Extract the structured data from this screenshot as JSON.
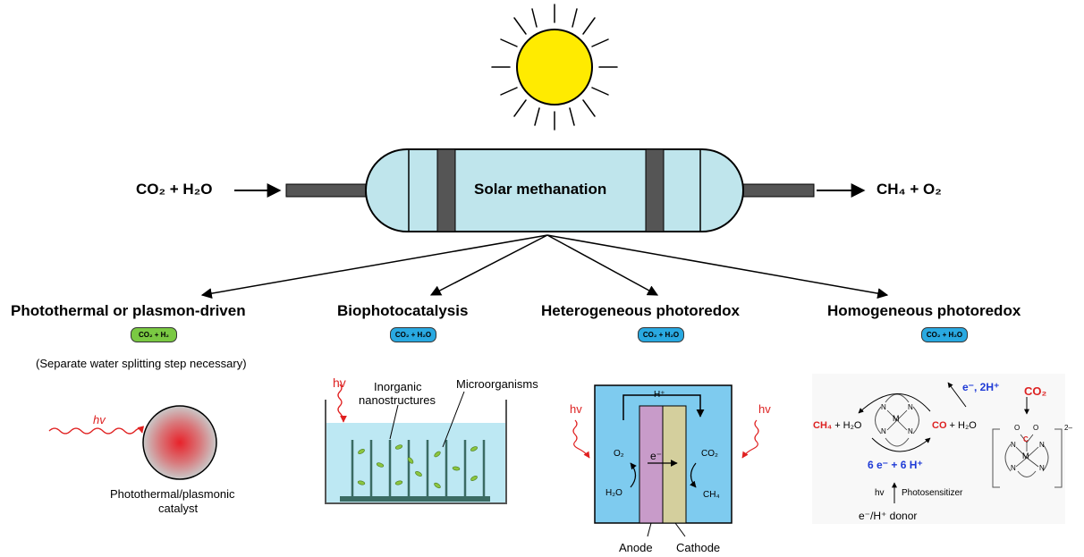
{
  "reactor": {
    "title": "Solar methanation",
    "input_eq": "CO₂ + H₂O",
    "output_eq": "CH₄ + O₂"
  },
  "colors": {
    "sun": "#ffeb00",
    "reactor_fill": "#bfe5ec",
    "band": "#555555",
    "water": "#bde8f3",
    "green_badge": "#7ac943",
    "blue_badge": "#29a9e1",
    "anode": "#c89bc9",
    "cathode": "#d4cf9d",
    "hetero_bg": "#7ecbef"
  },
  "categories": [
    {
      "title": "Photothermal or plasmon-driven",
      "badge": "CO₂ + H₂",
      "badge_color": "green",
      "note": "(Separate water splitting step necessary)"
    },
    {
      "title": "Biophotocatalysis",
      "badge": "CO₂ + H₂O",
      "badge_color": "blue"
    },
    {
      "title": "Heterogeneous photoredox",
      "badge": "CO₂ + H₂O",
      "badge_color": "blue"
    },
    {
      "title": "Homogeneous photoredox",
      "badge": "CO₂ + H₂O",
      "badge_color": "blue"
    }
  ],
  "photothermal": {
    "hv": "hv",
    "catalyst_line1": "Photothermal/plasmonic",
    "catalyst_line2": "catalyst"
  },
  "bio": {
    "hv": "hv",
    "inorganic_line1": "Inorganic",
    "inorganic_line2": "nanostructures",
    "micro": "Microorganisms"
  },
  "hetero": {
    "hv_left": "hv",
    "hv_right": "hv",
    "h_plus": "H⁺",
    "electron": "e⁻",
    "o2": "O₂",
    "h2o": "H₂O",
    "co2": "CO₂",
    "ch4": "CH₄",
    "anode": "Anode",
    "cathode": "Cathode"
  },
  "homo": {
    "e_2h": "e⁻, 2H⁺",
    "co2_in": "CO₂",
    "ch4_h2o_a": "CH₄",
    "ch4_h2o_b": " + H₂O",
    "co_h2o_a": "CO",
    "co_h2o_b": " + H₂O",
    "six_e": "6 e⁻ + 6 H⁺",
    "hv": "hv",
    "photosensitizer": "Photosensitizer",
    "donor": "e⁻/H⁺ donor",
    "charge": "2–",
    "metal": "M",
    "nitrogen": "N",
    "carbon": "C",
    "oxygen": "O"
  }
}
